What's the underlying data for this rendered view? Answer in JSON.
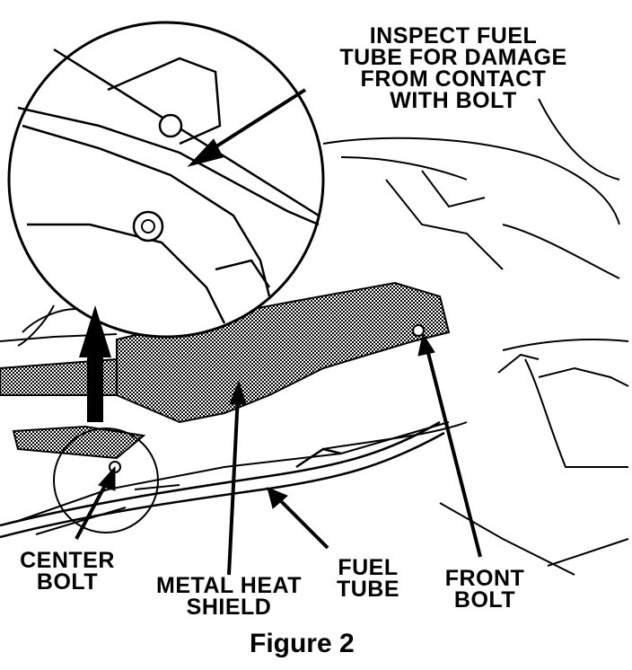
{
  "callout_text": "INSPECT FUEL\nTUBE FOR DAMAGE\nFROM CONTACT\nWITH BOLT",
  "labels": {
    "center_bolt": "CENTER\nBOLT",
    "metal_heat_shield": "METAL HEAT\nSHIELD",
    "fuel_tube": "FUEL\nTUBE",
    "front_bolt": "FRONT\nBOLT"
  },
  "caption": "Figure 2",
  "colors": {
    "ink": "#000000",
    "paper": "#ffffff",
    "shield_hatch": "#000000"
  }
}
